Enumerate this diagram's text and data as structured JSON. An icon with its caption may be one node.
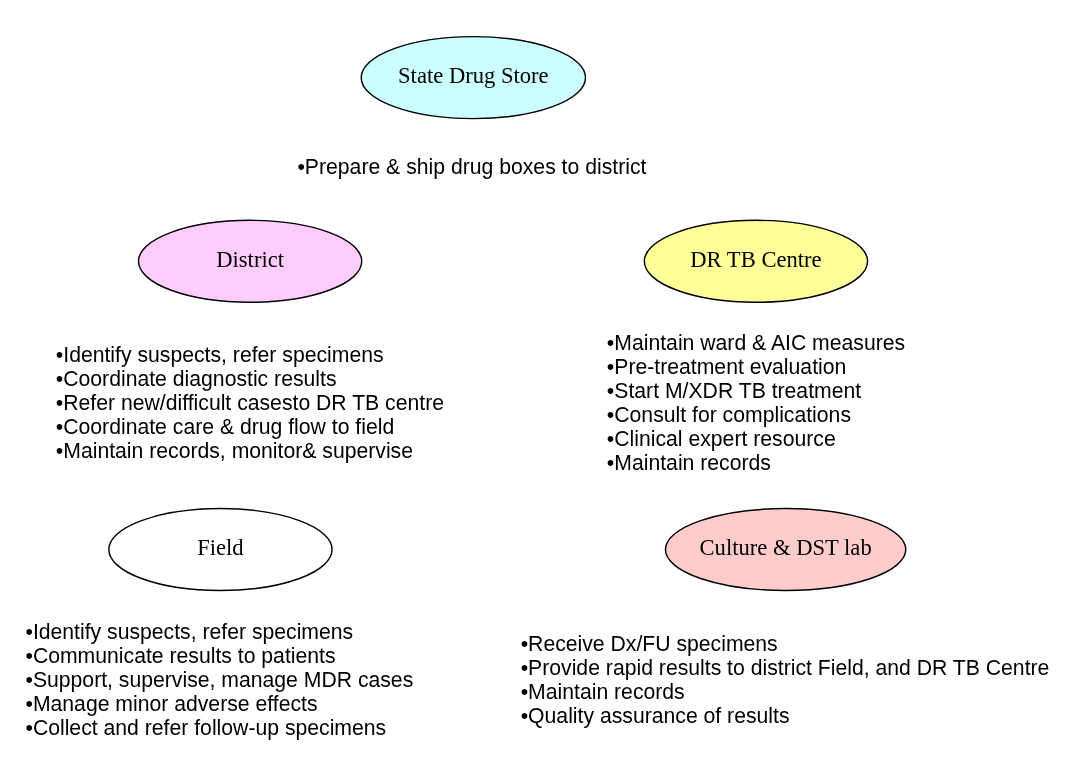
{
  "diagram": {
    "nodes": [
      {
        "text": [
          "State Drug Store"
        ],
        "beside": [
          "•Prepare & ship drug boxes to district"
        ]
      },
      {
        "text": [
          "District"
        ],
        "beside": [
          "•Identify suspects, refer specimens",
          "•Coordinate diagnostic results",
          "•Refer new/difficult casesto DR TB centre",
          "•Coordinate care & drug flow to field",
          "•Maintain records, monitor& supervise"
        ]
      },
      {
        "text": [
          "DR TB Centre"
        ],
        "beside": [
          "•Maintain ward & AIC measures",
          "•Pre-treatment evaluation",
          "•Start M/XDR TB treatment",
          "•Consult for complications",
          "•Clinical expert resource",
          "•Maintain records"
        ]
      },
      {
        "text": [
          "Field"
        ],
        "beside": [
          "•Identify suspects, refer specimens",
          "•Communicate results to patients",
          "•Support, supervise, manage MDR cases",
          "•Manage minor adverse effects",
          "•Collect and refer follow-up specimens"
        ]
      },
      {
        "text": [
          "Culture & DST lab"
        ],
        "beside": [
          "•Receive Dx/FU specimens",
          "•Provide rapid results to district Field, and DR TB Centre",
          "•Maintain records",
          "•Quality assurance of results"
        ]
      }
    ]
  }
}
